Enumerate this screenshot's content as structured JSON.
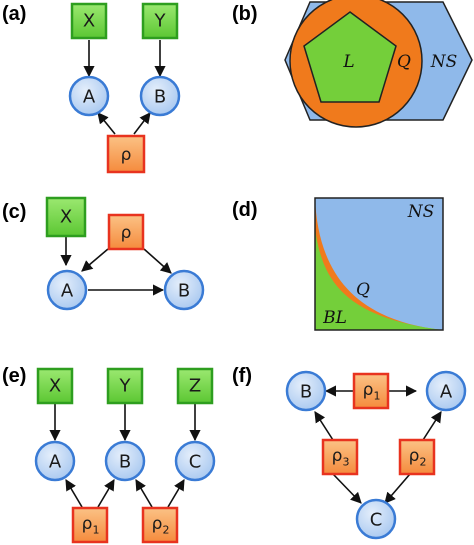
{
  "panels": {
    "a": {
      "label": "(a)",
      "inputs": [
        "X",
        "Y"
      ],
      "parties": [
        "A",
        "B"
      ],
      "source": "ρ"
    },
    "b": {
      "label": "(b)",
      "regions": {
        "inner": "L",
        "middle": "Q",
        "outer": "NS"
      }
    },
    "c": {
      "label": "(c)",
      "input": "X",
      "source": "ρ",
      "parties": [
        "A",
        "B"
      ]
    },
    "d": {
      "label": "(d)",
      "regions": {
        "top": "NS",
        "middle": "Q",
        "bottom": "BL"
      }
    },
    "e": {
      "label": "(e)",
      "inputs": [
        "X",
        "Y",
        "Z"
      ],
      "parties": [
        "A",
        "B",
        "C"
      ],
      "sources": [
        {
          "base": "ρ",
          "sub": "1"
        },
        {
          "base": "ρ",
          "sub": "2"
        }
      ]
    },
    "f": {
      "label": "(f)",
      "parties": [
        "B",
        "A",
        "C"
      ],
      "sources": [
        {
          "base": "ρ",
          "sub": "1"
        },
        {
          "base": "ρ",
          "sub": "3"
        },
        {
          "base": "ρ",
          "sub": "2"
        }
      ]
    }
  },
  "colors": {
    "input_fill": "#7ed957",
    "input_stroke": "#2e9e1f",
    "party_fill": "#c5dbf7",
    "party_stroke": "#3a7bd5",
    "source_fill": "#f7a35c",
    "source_stroke": "#e8331f",
    "region_blue": "#8fb9ea",
    "region_orange": "#f07a1c",
    "region_green": "#74cf3a"
  }
}
